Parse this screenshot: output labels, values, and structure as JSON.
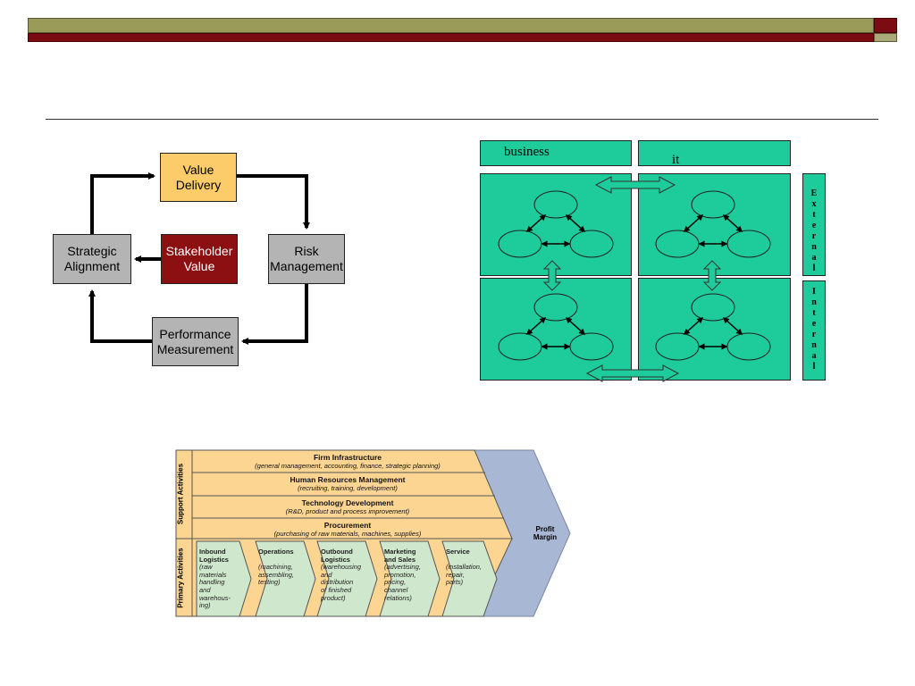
{
  "governance": {
    "value_delivery": "Value\nDelivery",
    "strategic_alignment": "Strategic\nAlignment",
    "stakeholder_value": "Stakeholder\nValue",
    "risk_management": "Risk\nManagement",
    "performance_measurement": "Performance\nMeasurement",
    "colors": {
      "grey": "#b4b4b4",
      "gold": "#fccc6a",
      "red": "#8c0f12"
    }
  },
  "matrix": {
    "business_label": "business",
    "it_label": "it",
    "external_label": "External",
    "internal_label": "Internal",
    "fill_color": "#1ecb9a"
  },
  "value_chain": {
    "support_label": "Support Activities",
    "primary_label": "Primary Activities",
    "profit_margin": "Profit\nMargin",
    "support": [
      {
        "title": "Firm Infrastructure",
        "sub": "(general management, accounting, finance, strategic planning)"
      },
      {
        "title": "Human Resources Management",
        "sub": "(recruiting, training, development)"
      },
      {
        "title": "Technology Development",
        "sub": "(R&D, product and process improvement)"
      },
      {
        "title": "Procurement",
        "sub": "(purchasing of raw materials, machines, supplies)"
      }
    ],
    "primary": [
      {
        "title": "Inbound\nLogistics",
        "sub": "(raw\nmaterials\nhandling\nand\nwarehous-\ning)"
      },
      {
        "title": "Operations",
        "sub": "\n(machining,\nassembling,\ntesting)"
      },
      {
        "title": "Outbound\nLogistics",
        "sub": "(warehousing\nand\ndistribution\nof finished\nproduct)"
      },
      {
        "title": "Marketing\nand Sales",
        "sub": "(advertising,\npromotion,\npricing,\nchannel\nrelations)"
      },
      {
        "title": "Service",
        "sub": "\n(installation,\nrepair,\nparts)"
      }
    ]
  }
}
